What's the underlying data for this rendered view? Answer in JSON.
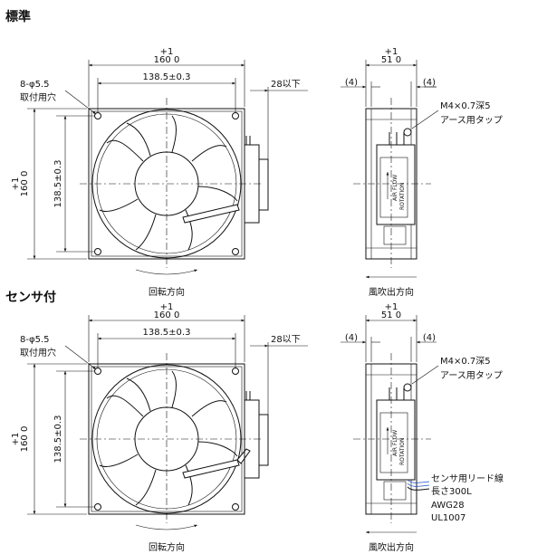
{
  "sections": [
    {
      "heading": "標準",
      "front": {
        "dim_outer_tol": "+1",
        "dim_outer": "160  0",
        "dim_hole_pitch": "138.5±0.3",
        "hole_spec": "8-φ5.5",
        "hole_label": "取付用穴",
        "dim_v_tol": "+1",
        "dim_v_outer": "160  0",
        "dim_v_pitch": "138.5±0.3",
        "depth_note": "28以下",
        "rotation_label": "回転方向"
      },
      "side": {
        "dim_tol": "+1",
        "dim_width": "51  0",
        "dim_left": "(4)",
        "dim_right": "(4)",
        "tap_spec": "M4×0.7深5",
        "tap_label": "アース用タップ",
        "airflow_label": "風吹出方向",
        "label_airflow": "AIR FLOW",
        "label_rotation": "ROTATION"
      }
    },
    {
      "heading": "センサ付",
      "front": {
        "dim_outer_tol": "+1",
        "dim_outer": "160  0",
        "dim_hole_pitch": "138.5±0.3",
        "hole_spec": "8-φ5.5",
        "hole_label": "取付用穴",
        "dim_v_tol": "+1",
        "dim_v_outer": "160  0",
        "dim_v_pitch": "138.5±0.3",
        "depth_note": "28以下",
        "rotation_label": "回転方向"
      },
      "side": {
        "dim_tol": "+1",
        "dim_width": "51  0",
        "dim_left": "(4)",
        "dim_right": "(4)",
        "tap_spec": "M4×0.7深5",
        "tap_label": "アース用タップ",
        "airflow_label": "風吹出方向",
        "label_airflow": "AIR FLOW",
        "label_rotation": "ROTATION",
        "lead_label": "センサ用リード線",
        "lead_length": "長さ300L",
        "lead_awg": "AWG28",
        "lead_ul": "UL1007"
      }
    }
  ]
}
